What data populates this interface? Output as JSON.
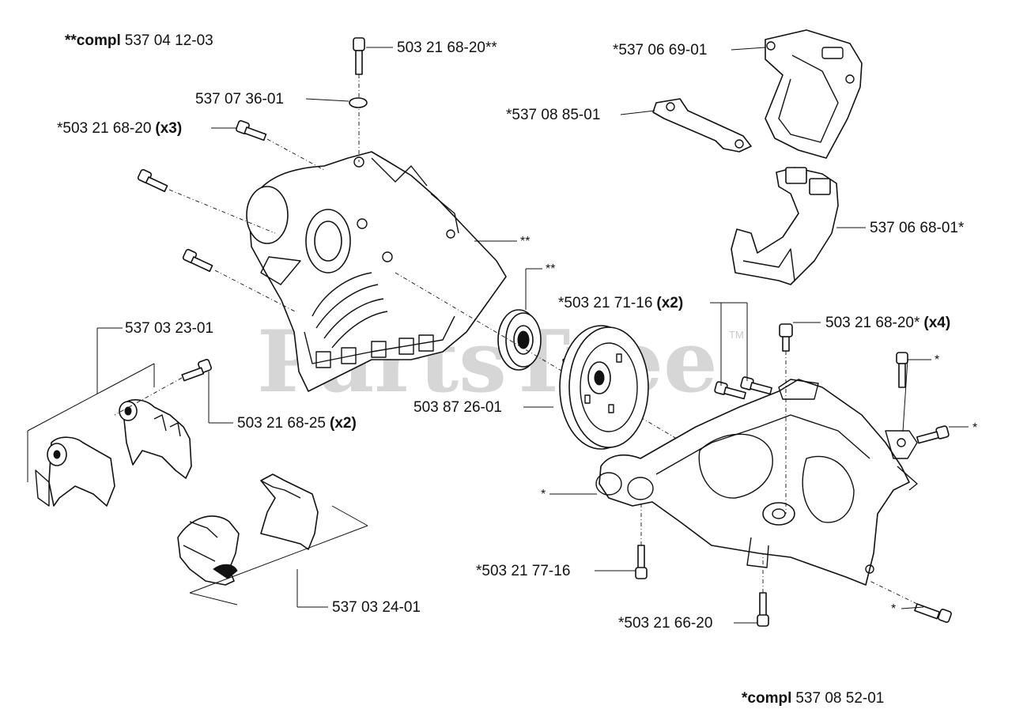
{
  "watermark": {
    "text": "PartsTree",
    "tm": "TM"
  },
  "assemblies": {
    "crankcase_half_compl": {
      "prefix": "**compl",
      "number": "537 04 12-03"
    },
    "crankcase_compl": {
      "prefix": "*compl",
      "number": "537 08 52-01"
    }
  },
  "parts": {
    "screw_top": "503 21 68-20**",
    "oring": "537 07 36-01",
    "screw_x3": {
      "number": "*503 21 68-20",
      "qty": "(x3)"
    },
    "housing_top": "*537 06 69-01",
    "gasket": "*537 08 85-01",
    "intake_guide": "537 06 68-01*",
    "crankcase_half_marker": "**",
    "bearing_marker": "**",
    "screw_x2_a": {
      "number": "*503 21 71-16",
      "qty": "(x2)"
    },
    "screw_x4": {
      "number": "503 21 68-20*",
      "qty": "(x4)"
    },
    "bracket_left": "537 03 23-01",
    "screw_x2_b": {
      "number": "503 21 68-25",
      "qty": "(x2)"
    },
    "flywheel": "503 87 26-01",
    "marker_right_a": "*",
    "marker_right_b": "*",
    "marker_left": "*",
    "screw_bottom_a": "*503 21 77-16",
    "screw_bottom_b": "*503 21 66-20",
    "marker_bottom": "*",
    "bracket_clamp": "537 03 24-01"
  }
}
